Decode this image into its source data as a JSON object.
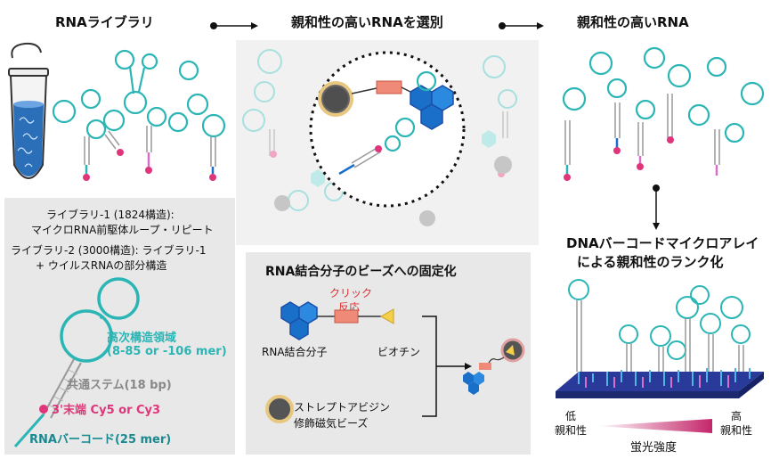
{
  "header": {
    "step1": "RNAライブラリ",
    "step2": "親和性の高いRNAを選別",
    "step3": "親和性の高いRNA"
  },
  "library_panel": {
    "lib1_title": "ライブラリ-1 (1824構造):",
    "lib1_desc": "マイクロRNA前駆体ループ・リピート",
    "lib2_title": "ライブラリ-2 (3000構造): ライブラリ-1",
    "lib2_desc": "+ ウイルスRNAの部分構造",
    "label_region": "高次構造領域",
    "label_region_size": "(8-85 or -106 mer)",
    "label_stem": "共通ステム(18 bp)",
    "label_end": "3'末端 Cy5 or Cy3",
    "label_barcode": "RNAバーコード(25 mer)"
  },
  "bead_panel": {
    "title": "RNA結合分子のビーズへの固定化",
    "click_line1": "クリック",
    "click_line2": "反応",
    "molecule": "RNA結合分子",
    "biotin": "ビオチン",
    "bead_line1": "ストレプトアビジン",
    "bead_line2": "修飾磁気ビーズ"
  },
  "microarray": {
    "title_line1": "DNAバーコードマイクロアレイ",
    "title_line2": "による親和性のランク化",
    "low_line1": "低",
    "low_line2": "親和性",
    "high_line1": "高",
    "high_line2": "親和性",
    "axis_label": "蛍光強度"
  },
  "colors": {
    "teal": "#2bb5b5",
    "pink": "#e0357a",
    "blue": "#1a6fc9",
    "panel_gray": "#e8e8e8",
    "salmon": "#f08a78"
  }
}
